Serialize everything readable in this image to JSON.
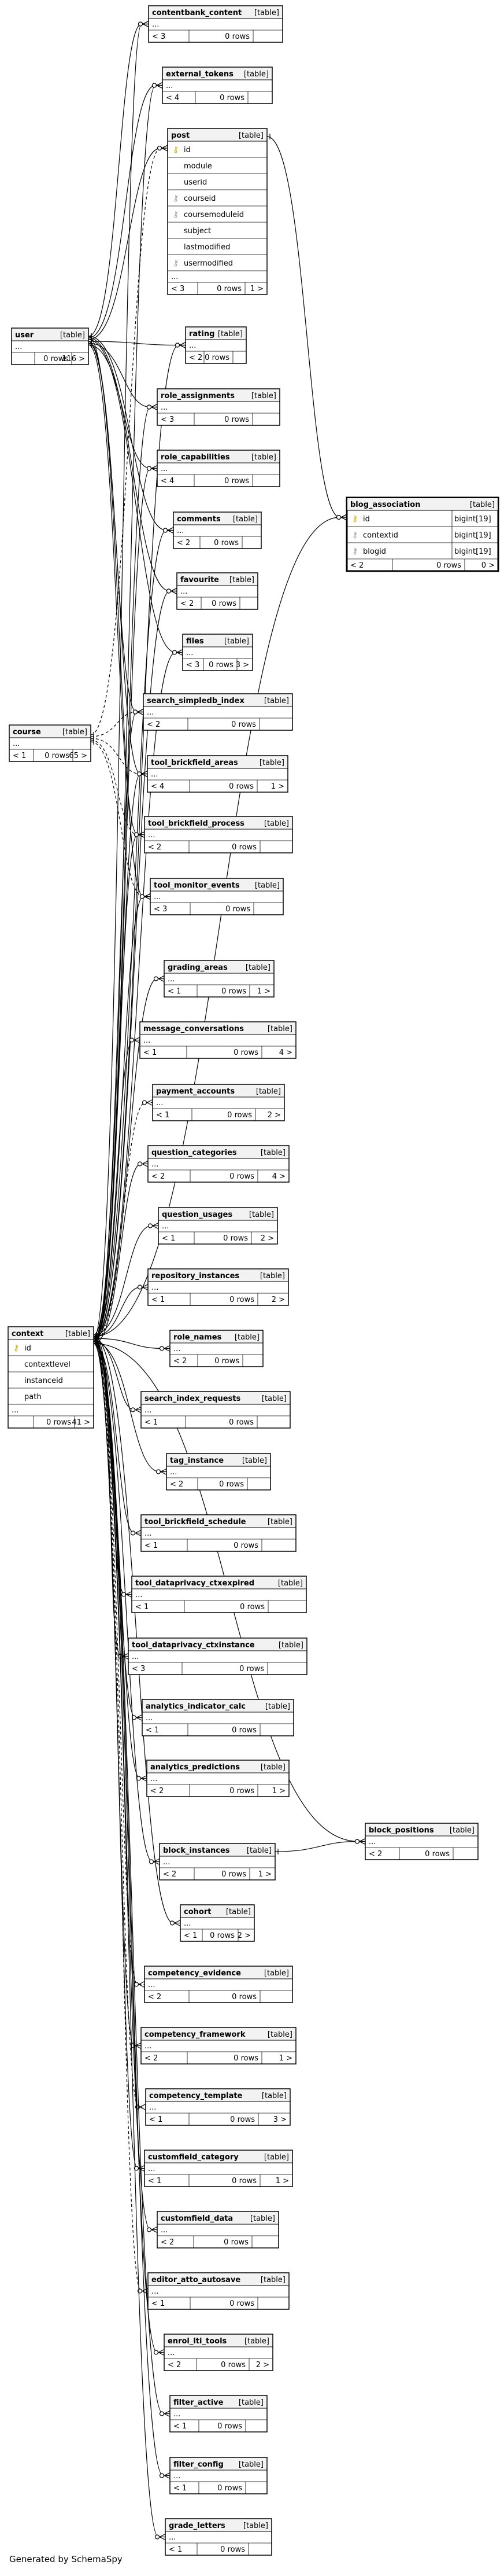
{
  "footer": "Generated by SchemaSpy",
  "tables": [
    {
      "id": "contentbank_content",
      "name": "contentbank_content",
      "type": "[table]",
      "columns": [],
      "ellipsis": true,
      "stats": [
        "< 3",
        "0 rows",
        ""
      ]
    },
    {
      "id": "external_tokens",
      "name": "external_tokens",
      "type": "[table]",
      "columns": [],
      "ellipsis": true,
      "stats": [
        "< 4",
        "0 rows",
        ""
      ]
    },
    {
      "id": "post",
      "name": "post",
      "type": "[table]",
      "columns": [
        {
          "name": "id",
          "key": "pk"
        },
        {
          "name": "module"
        },
        {
          "name": "userid"
        },
        {
          "name": "courseid",
          "key": "fk"
        },
        {
          "name": "coursemoduleid",
          "key": "fk"
        },
        {
          "name": "subject"
        },
        {
          "name": "lastmodified"
        },
        {
          "name": "usermodified",
          "key": "fk"
        }
      ],
      "ellipsis": true,
      "stats": [
        "< 3",
        "0 rows",
        "1 >"
      ]
    },
    {
      "id": "user",
      "name": "user",
      "type": "[table]",
      "columns": [],
      "ellipsis": true,
      "stats": [
        "",
        "0 rows",
        "116 >"
      ]
    },
    {
      "id": "rating",
      "name": "rating",
      "type": "[table]",
      "columns": [],
      "ellipsis": true,
      "stats": [
        "< 2",
        "0 rows",
        ""
      ]
    },
    {
      "id": "role_assignments",
      "name": "role_assignments",
      "type": "[table]",
      "columns": [],
      "ellipsis": true,
      "stats": [
        "< 3",
        "0 rows",
        ""
      ]
    },
    {
      "id": "role_capabilities",
      "name": "role_capabilities",
      "type": "[table]",
      "columns": [],
      "ellipsis": true,
      "stats": [
        "< 4",
        "0 rows",
        ""
      ]
    },
    {
      "id": "blog_association",
      "name": "blog_association",
      "type": "[table]",
      "columns": [
        {
          "name": "id",
          "key": "pk",
          "dtype": "bigint[19]"
        },
        {
          "name": "contextid",
          "key": "fk",
          "dtype": "bigint[19]"
        },
        {
          "name": "blogid",
          "key": "fk",
          "dtype": "bigint[19]"
        }
      ],
      "ellipsis": false,
      "stats": [
        "< 2",
        "0 rows",
        "0 >"
      ]
    },
    {
      "id": "comments",
      "name": "comments",
      "type": "[table]",
      "columns": [],
      "ellipsis": true,
      "stats": [
        "< 2",
        "0 rows",
        ""
      ]
    },
    {
      "id": "favourite",
      "name": "favourite",
      "type": "[table]",
      "columns": [],
      "ellipsis": true,
      "stats": [
        "< 2",
        "0 rows",
        ""
      ]
    },
    {
      "id": "files",
      "name": "files",
      "type": "[table]",
      "columns": [],
      "ellipsis": true,
      "stats": [
        "< 3",
        "0 rows",
        "3 >"
      ]
    },
    {
      "id": "course",
      "name": "course",
      "type": "[table]",
      "columns": [],
      "ellipsis": true,
      "stats": [
        "< 1",
        "0 rows",
        "65 >"
      ]
    },
    {
      "id": "search_simpledb_index",
      "name": "search_simpledb_index",
      "type": "[table]",
      "columns": [],
      "ellipsis": true,
      "stats": [
        "< 2",
        "0 rows",
        ""
      ]
    },
    {
      "id": "tool_brickfield_areas",
      "name": "tool_brickfield_areas",
      "type": "[table]",
      "columns": [],
      "ellipsis": true,
      "stats": [
        "< 4",
        "0 rows",
        "1 >"
      ]
    },
    {
      "id": "tool_brickfield_process",
      "name": "tool_brickfield_process",
      "type": "[table]",
      "columns": [],
      "ellipsis": true,
      "stats": [
        "< 2",
        "0 rows",
        ""
      ]
    },
    {
      "id": "tool_monitor_events",
      "name": "tool_monitor_events",
      "type": "[table]",
      "columns": [],
      "ellipsis": true,
      "stats": [
        "< 3",
        "0 rows",
        ""
      ]
    },
    {
      "id": "grading_areas",
      "name": "grading_areas",
      "type": "[table]",
      "columns": [],
      "ellipsis": true,
      "stats": [
        "< 1",
        "0 rows",
        "1 >"
      ]
    },
    {
      "id": "message_conversations",
      "name": "message_conversations",
      "type": "[table]",
      "columns": [],
      "ellipsis": true,
      "stats": [
        "< 1",
        "0 rows",
        "4 >"
      ]
    },
    {
      "id": "payment_accounts",
      "name": "payment_accounts",
      "type": "[table]",
      "columns": [],
      "ellipsis": true,
      "stats": [
        "< 1",
        "0 rows",
        "2 >"
      ]
    },
    {
      "id": "question_categories",
      "name": "question_categories",
      "type": "[table]",
      "columns": [],
      "ellipsis": true,
      "stats": [
        "< 2",
        "0 rows",
        "4 >"
      ]
    },
    {
      "id": "question_usages",
      "name": "question_usages",
      "type": "[table]",
      "columns": [],
      "ellipsis": true,
      "stats": [
        "< 1",
        "0 rows",
        "2 >"
      ]
    },
    {
      "id": "repository_instances",
      "name": "repository_instances",
      "type": "[table]",
      "columns": [],
      "ellipsis": true,
      "stats": [
        "< 1",
        "0 rows",
        "2 >"
      ]
    },
    {
      "id": "context",
      "name": "context",
      "type": "[table]",
      "columns": [
        {
          "name": "id",
          "key": "pk"
        },
        {
          "name": "contextlevel"
        },
        {
          "name": "instanceid"
        },
        {
          "name": "path"
        }
      ],
      "ellipsis": true,
      "stats": [
        "",
        "0 rows",
        "41 >"
      ]
    },
    {
      "id": "role_names",
      "name": "role_names",
      "type": "[table]",
      "columns": [],
      "ellipsis": true,
      "stats": [
        "< 2",
        "0 rows",
        ""
      ]
    },
    {
      "id": "search_index_requests",
      "name": "search_index_requests",
      "type": "[table]",
      "columns": [],
      "ellipsis": true,
      "stats": [
        "< 1",
        "0 rows",
        ""
      ]
    },
    {
      "id": "tag_instance",
      "name": "tag_instance",
      "type": "[table]",
      "columns": [],
      "ellipsis": true,
      "stats": [
        "< 2",
        "0 rows",
        ""
      ]
    },
    {
      "id": "tool_brickfield_schedule",
      "name": "tool_brickfield_schedule",
      "type": "[table]",
      "columns": [],
      "ellipsis": true,
      "stats": [
        "< 1",
        "0 rows",
        ""
      ]
    },
    {
      "id": "tool_dataprivacy_ctxexpired",
      "name": "tool_dataprivacy_ctxexpired",
      "type": "[table]",
      "columns": [],
      "ellipsis": true,
      "stats": [
        "< 1",
        "0 rows",
        ""
      ]
    },
    {
      "id": "tool_dataprivacy_ctxinstance",
      "name": "tool_dataprivacy_ctxinstance",
      "type": "[table]",
      "columns": [],
      "ellipsis": true,
      "stats": [
        "< 3",
        "0 rows",
        ""
      ]
    },
    {
      "id": "analytics_indicator_calc",
      "name": "analytics_indicator_calc",
      "type": "[table]",
      "columns": [],
      "ellipsis": true,
      "stats": [
        "< 1",
        "0 rows",
        ""
      ]
    },
    {
      "id": "analytics_predictions",
      "name": "analytics_predictions",
      "type": "[table]",
      "columns": [],
      "ellipsis": true,
      "stats": [
        "< 2",
        "0 rows",
        "1 >"
      ]
    },
    {
      "id": "block_positions",
      "name": "block_positions",
      "type": "[table]",
      "columns": [],
      "ellipsis": true,
      "stats": [
        "< 2",
        "0 rows",
        ""
      ]
    },
    {
      "id": "block_instances",
      "name": "block_instances",
      "type": "[table]",
      "columns": [],
      "ellipsis": true,
      "stats": [
        "< 2",
        "0 rows",
        "1 >"
      ]
    },
    {
      "id": "cohort",
      "name": "cohort",
      "type": "[table]",
      "columns": [],
      "ellipsis": true,
      "stats": [
        "< 1",
        "0 rows",
        "2 >"
      ]
    },
    {
      "id": "competency_evidence",
      "name": "competency_evidence",
      "type": "[table]",
      "columns": [],
      "ellipsis": true,
      "stats": [
        "< 2",
        "0 rows",
        ""
      ]
    },
    {
      "id": "competency_framework",
      "name": "competency_framework",
      "type": "[table]",
      "columns": [],
      "ellipsis": true,
      "stats": [
        "< 2",
        "0 rows",
        "1 >"
      ]
    },
    {
      "id": "competency_template",
      "name": "competency_template",
      "type": "[table]",
      "columns": [],
      "ellipsis": true,
      "stats": [
        "< 1",
        "0 rows",
        "3 >"
      ]
    },
    {
      "id": "customfield_category",
      "name": "customfield_category",
      "type": "[table]",
      "columns": [],
      "ellipsis": true,
      "stats": [
        "< 1",
        "0 rows",
        "1 >"
      ]
    },
    {
      "id": "customfield_data",
      "name": "customfield_data",
      "type": "[table]",
      "columns": [],
      "ellipsis": true,
      "stats": [
        "< 2",
        "0 rows",
        ""
      ]
    },
    {
      "id": "editor_atto_autosave",
      "name": "editor_atto_autosave",
      "type": "[table]",
      "columns": [],
      "ellipsis": true,
      "stats": [
        "< 1",
        "0 rows",
        ""
      ]
    },
    {
      "id": "enrol_lti_tools",
      "name": "enrol_lti_tools",
      "type": "[table]",
      "columns": [],
      "ellipsis": true,
      "stats": [
        "< 2",
        "0 rows",
        "2 >"
      ]
    },
    {
      "id": "filter_active",
      "name": "filter_active",
      "type": "[table]",
      "columns": [],
      "ellipsis": true,
      "stats": [
        "< 1",
        "0 rows",
        ""
      ]
    },
    {
      "id": "filter_config",
      "name": "filter_config",
      "type": "[table]",
      "columns": [],
      "ellipsis": true,
      "stats": [
        "< 1",
        "0 rows",
        ""
      ]
    },
    {
      "id": "grade_letters",
      "name": "grade_letters",
      "type": "[table]",
      "columns": [],
      "ellipsis": true,
      "stats": [
        "< 1",
        "0 rows",
        ""
      ]
    }
  ]
}
